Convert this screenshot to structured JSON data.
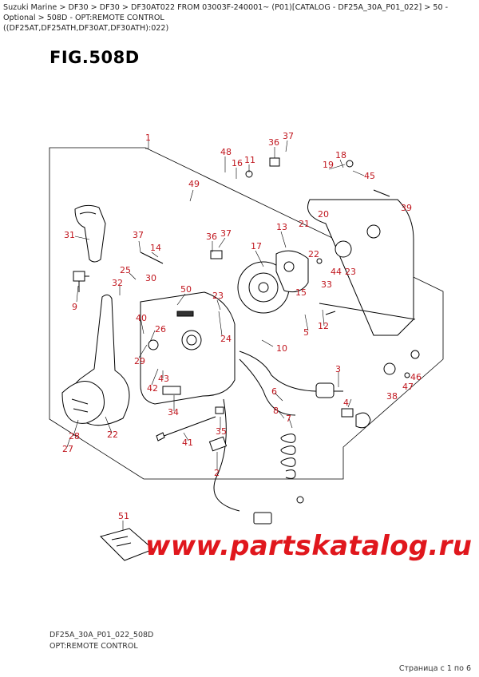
{
  "breadcrumb": {
    "line1": "Suzuki Marine > DF30 > DF30 > DF30AT022 FROM 03003F-240001~ (P01)[CATALOG - DF25A_30A_P01_022] > 50 - Optional > 508D - OPT:REMOTE CONTROL",
    "line2": "((DF25AT,DF25ATH,DF30AT,DF30ATH):022)"
  },
  "figure": {
    "title": "FIG.508D",
    "code": "DF25A_30A_P01_022_508D",
    "subtitle": "OPT:REMOTE CONTROL"
  },
  "watermark": "www.partskatalog.ru",
  "pager": "Страница с 1 по 6",
  "colors": {
    "label": "#c0161e",
    "watermark": "#e0171d",
    "line": "#000000"
  },
  "callouts": [
    "1",
    "37",
    "36",
    "48",
    "16",
    "11",
    "18",
    "19",
    "45",
    "49",
    "39",
    "21",
    "20",
    "31",
    "37",
    "14",
    "36",
    "37",
    "13",
    "17",
    "22",
    "44",
    "23",
    "25",
    "30",
    "32",
    "50",
    "33",
    "9",
    "15",
    "40",
    "23",
    "26",
    "24",
    "10",
    "12",
    "5",
    "29",
    "43",
    "42",
    "3",
    "38",
    "47",
    "46",
    "6",
    "4",
    "34",
    "8",
    "7",
    "35",
    "41",
    "2",
    "28",
    "27",
    "22",
    "51"
  ]
}
